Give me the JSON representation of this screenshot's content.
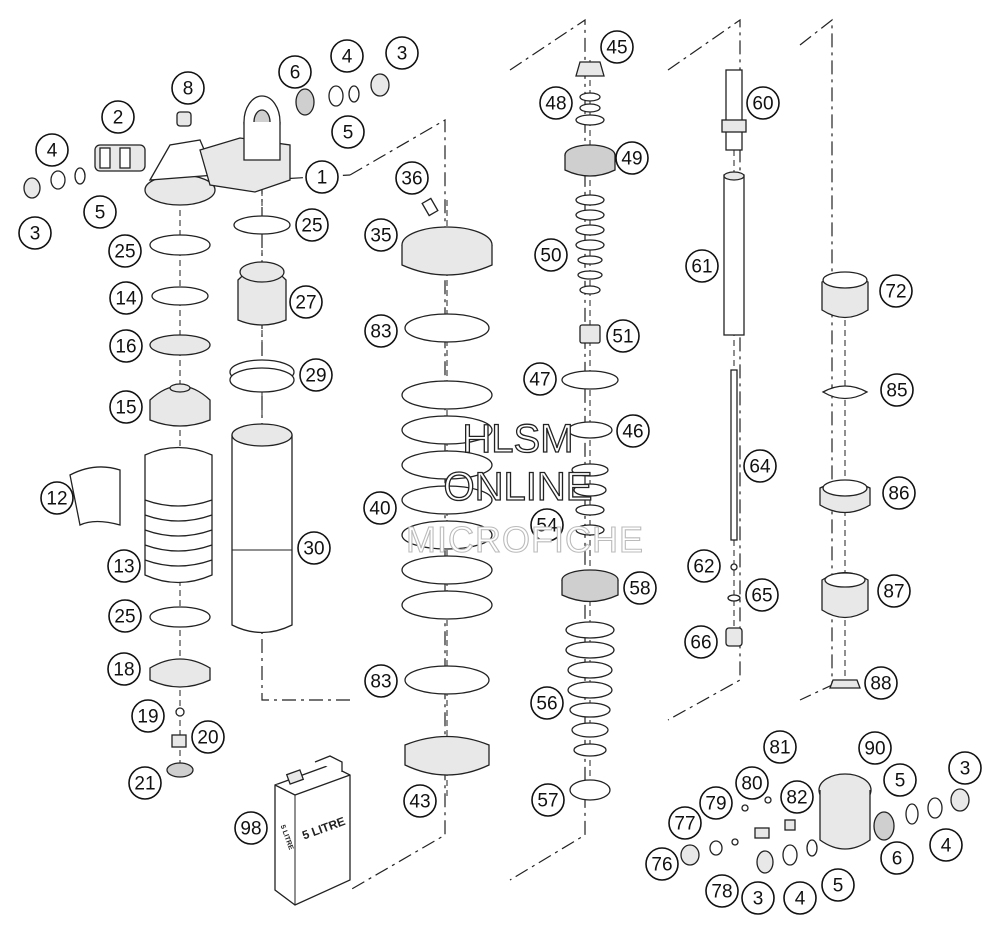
{
  "diagram": {
    "callouts": [
      "1",
      "2",
      "3",
      "3",
      "3",
      "3",
      "4",
      "4",
      "4",
      "4",
      "5",
      "5",
      "5",
      "5",
      "6",
      "6",
      "8",
      "12",
      "13",
      "14",
      "15",
      "16",
      "18",
      "19",
      "20",
      "21",
      "25",
      "25",
      "25",
      "27",
      "29",
      "30",
      "35",
      "36",
      "40",
      "43",
      "45",
      "46",
      "47",
      "48",
      "49",
      "50",
      "51",
      "54",
      "56",
      "57",
      "58",
      "60",
      "61",
      "62",
      "64",
      "65",
      "66",
      "72",
      "76",
      "77",
      "78",
      "79",
      "80",
      "81",
      "82",
      "83",
      "83",
      "85",
      "86",
      "87",
      "88",
      "90",
      "98"
    ],
    "can_label": "5 LITRE",
    "can_side_label": "5 LITRE"
  },
  "watermark": {
    "line1": "HLSM",
    "line2": "ONLINE",
    "line3": "MICROFICHE"
  }
}
